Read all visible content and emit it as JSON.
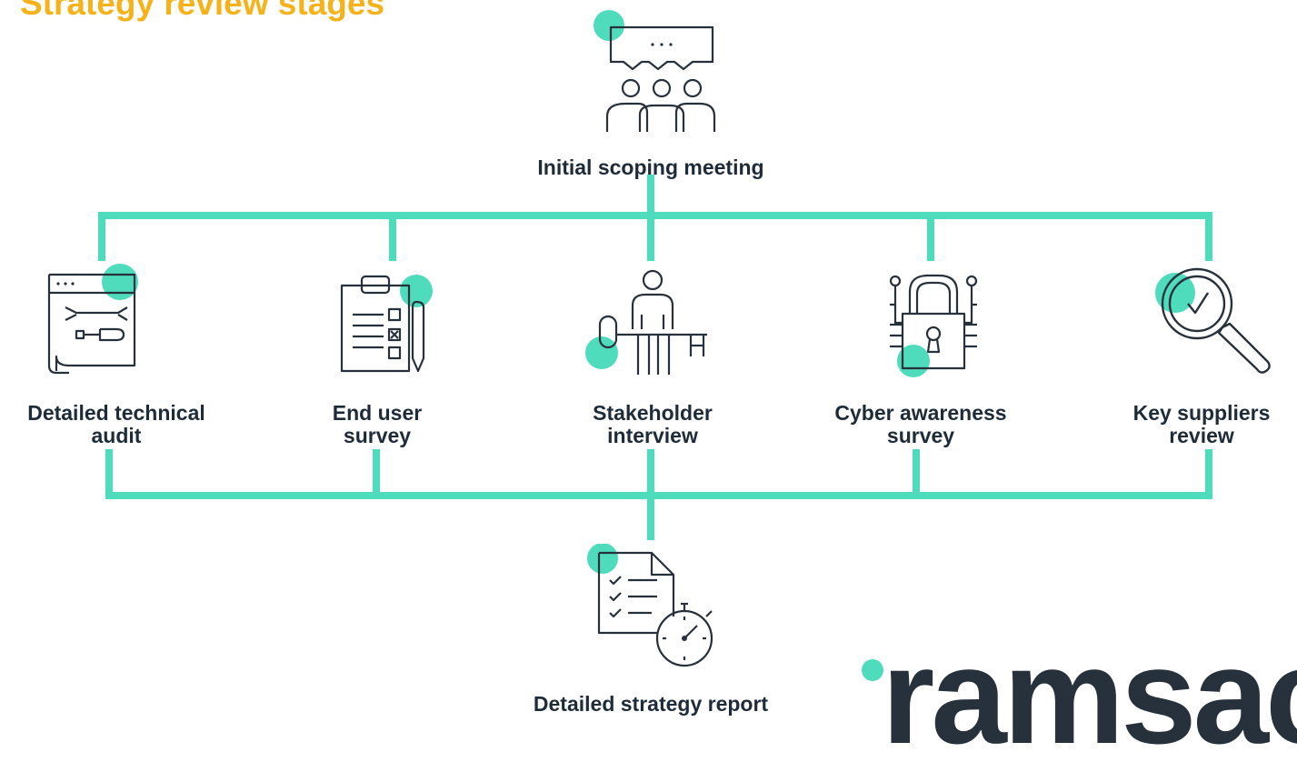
{
  "title": "Strategy review stages",
  "accent_color": "#4fdcbd",
  "title_color": "#f6b21a",
  "text_color": "#1e2b38",
  "top_node": {
    "label": "Initial scoping meeting",
    "icon": "team-meeting-icon"
  },
  "stages": [
    {
      "line1": "Detailed technical",
      "line2": "audit",
      "icon": "browser-tools-icon"
    },
    {
      "line1": "End user",
      "line2": "survey",
      "icon": "clipboard-checklist-icon"
    },
    {
      "line1": "Stakeholder",
      "line2": "interview",
      "icon": "person-at-desk-icon"
    },
    {
      "line1": "Cyber awareness",
      "line2": "survey",
      "icon": "padlock-circuit-icon"
    },
    {
      "line1": "Key suppliers",
      "line2": "review",
      "icon": "magnifier-check-icon"
    }
  ],
  "bottom_node": {
    "label": "Detailed strategy report",
    "icon": "report-stopwatch-icon"
  },
  "brand": "ramsac"
}
